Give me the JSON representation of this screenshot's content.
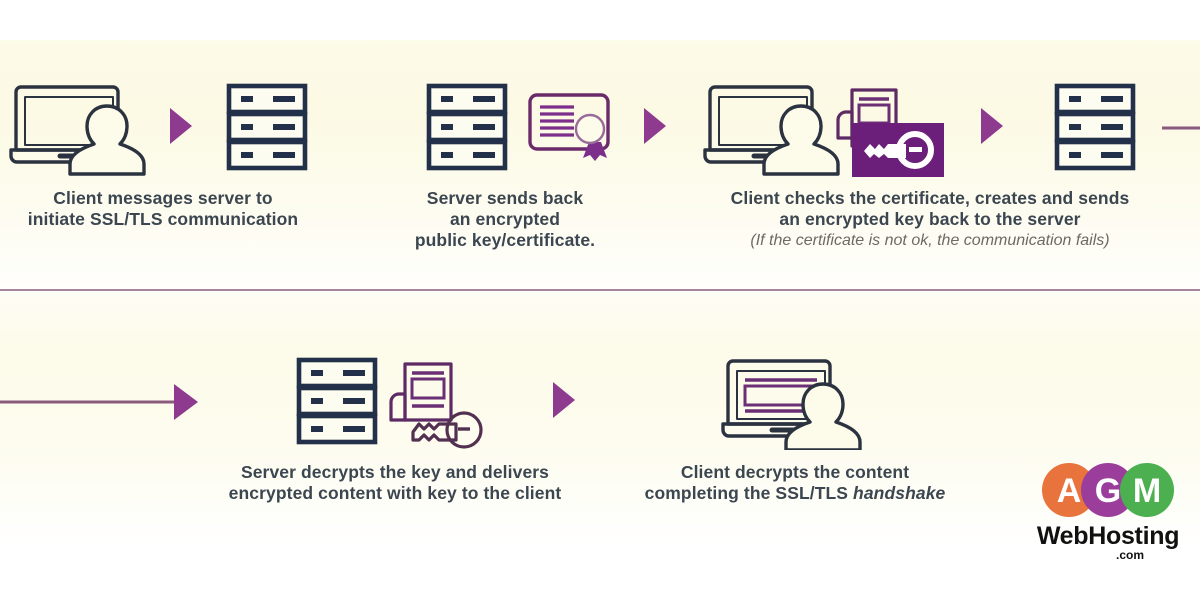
{
  "meta": {
    "title": "SSL/TLS handshake infographic",
    "background_top": "#ffffff",
    "background_body": "#fdfbe9",
    "accent_purple": "#8e3a8e",
    "ink_navy": "#22304a",
    "ink_text": "#3b4650",
    "note_text": "#6e6a63",
    "divider_color": "#8a5a7e"
  },
  "steps": [
    {
      "id": "step-1",
      "icons": [
        "laptop-user-icon",
        "server-icon"
      ],
      "caption": "Client messages server to\ninitiate SSL/TLS communication",
      "note": ""
    },
    {
      "id": "step-2",
      "icons": [
        "server-icon",
        "certificate-icon"
      ],
      "caption": "Server sends back\nan encrypted\npublic key/certificate.",
      "note": ""
    },
    {
      "id": "step-3",
      "icons": [
        "laptop-user-icon",
        "document-icon",
        "key-filled-icon"
      ],
      "caption": "Client checks the certificate, creates and sends\nan encrypted key back to the server",
      "note": "(If the certificate is not ok, the communication fails)"
    },
    {
      "id": "step-4",
      "icons": [
        "server-icon"
      ],
      "caption": "",
      "note": ""
    },
    {
      "id": "step-5",
      "icons": [
        "server-icon",
        "document-key-icon"
      ],
      "caption": "Server decrypts the key and delivers\nencrypted content with key to the client",
      "note": ""
    },
    {
      "id": "step-6",
      "icons": [
        "laptop-content-user-icon"
      ],
      "caption_parts": {
        "lead": "Client decrypts the content\ncompleting the SSL/TLS ",
        "emphasis": "handshake"
      },
      "note": ""
    }
  ],
  "arrows": [
    {
      "id": "arrow-1",
      "type": "triangle"
    },
    {
      "id": "arrow-2",
      "type": "triangle"
    },
    {
      "id": "arrow-3",
      "type": "triangle"
    },
    {
      "id": "wrap-connector-right",
      "type": "line"
    },
    {
      "id": "wrap-connector-left",
      "type": "line-arrow"
    },
    {
      "id": "arrow-4",
      "type": "triangle"
    }
  ],
  "logo": {
    "letters": [
      {
        "char": "A",
        "color": "#e8733c"
      },
      {
        "char": "G",
        "color": "#9b3e9b"
      },
      {
        "char": "M",
        "color": "#4caf50"
      }
    ],
    "wordmark": "WebHosting",
    "tld": ".com"
  }
}
